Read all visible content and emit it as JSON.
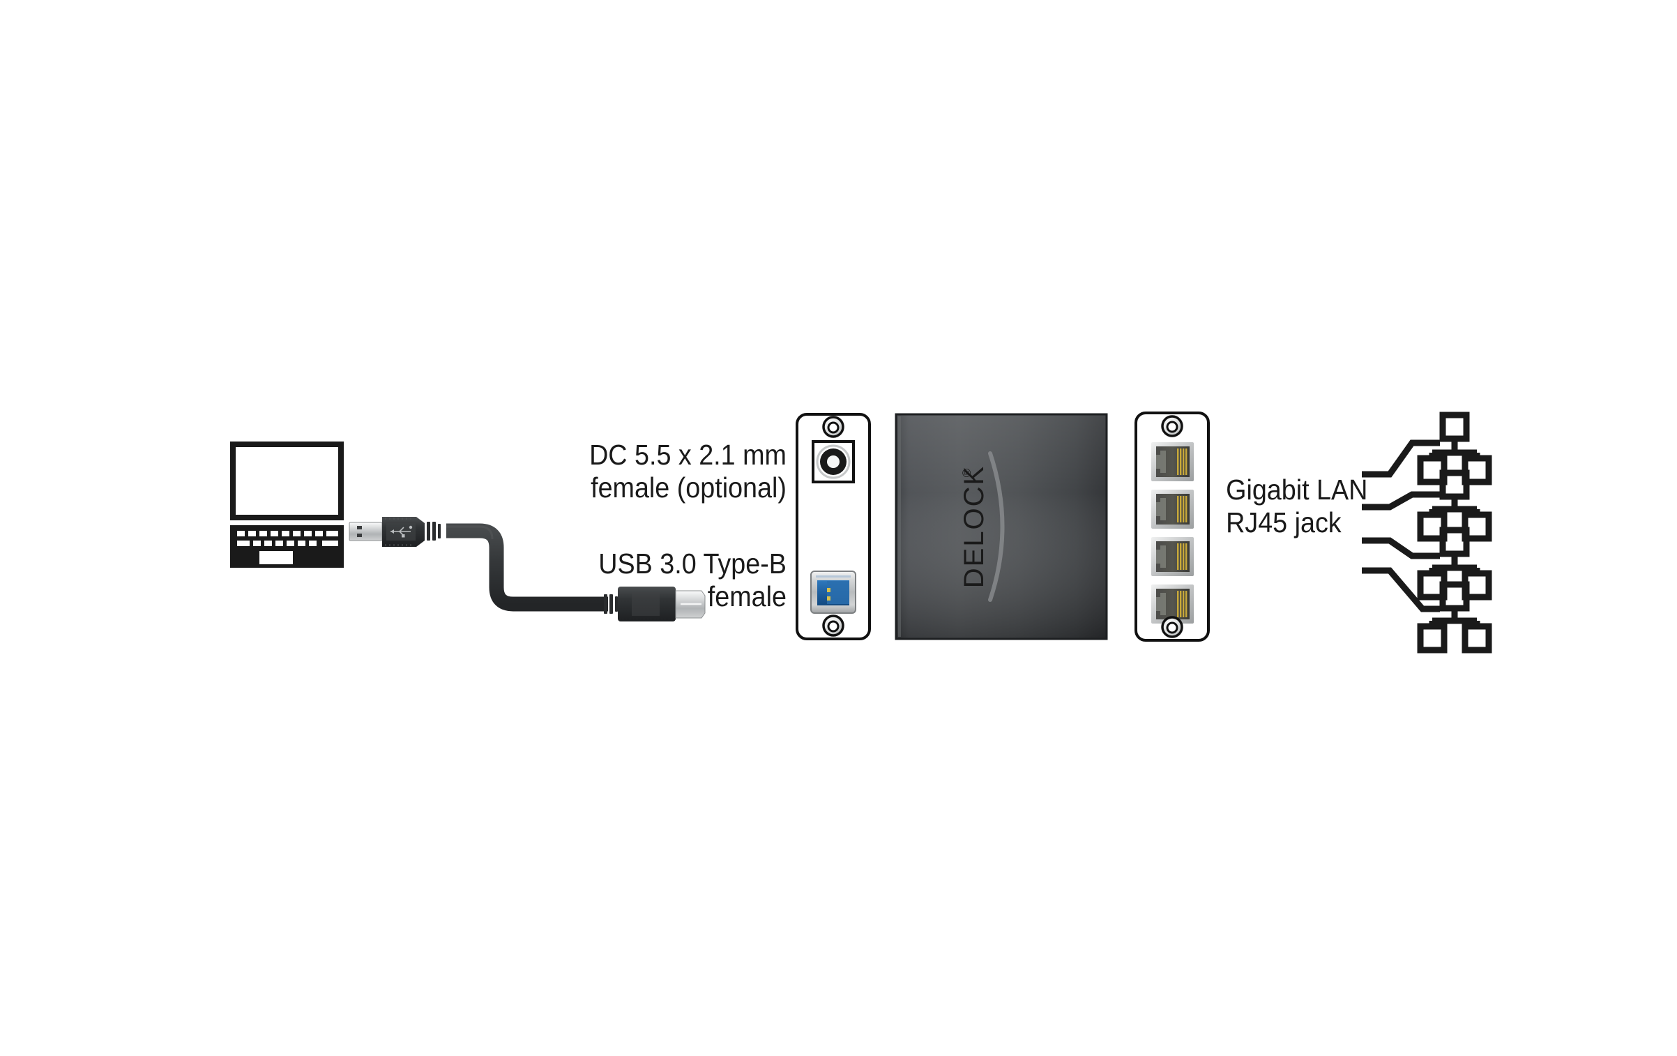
{
  "diagram": {
    "title": "Delock USB 3.0 to 4 x Gigabit LAN adapter connection diagram",
    "background_color": "#ffffff",
    "text_color": "#1a1a1a"
  },
  "labels": {
    "dc_jack": {
      "line1": "DC 5.5 x 2.1 mm",
      "line2": "female (optional)",
      "align": "right"
    },
    "usb_port": {
      "line1": "USB 3.0 Type-B",
      "line2": "female",
      "align": "right"
    },
    "lan_ports": {
      "line1": "Gigabit LAN",
      "line2": "RJ45 jack",
      "align": "left"
    }
  },
  "device": {
    "brand": "DELOCK",
    "brand_mark": "®",
    "body_color": "#4a4d50",
    "body_color_dark": "#2b2d2f",
    "logo_color": "#8d9093"
  },
  "computer": {
    "name": "laptop",
    "color": "#1a1a1a",
    "screen_fill": "#ffffff",
    "keys_top_row": 8,
    "keys_second_row": 7,
    "has_spacebar": true
  },
  "cable": {
    "name": "usb-3-0-cable",
    "color": "#333638",
    "connector_a": "USB Type-A male",
    "connector_b": "USB 3.0 Type-B male",
    "metal_color": "#b8bbbd"
  },
  "front_panel": {
    "name": "device-front-panel",
    "screws": 2,
    "ports": [
      {
        "type": "dc-jack",
        "label_ref": "dc_jack",
        "color": "#ffffff"
      },
      {
        "type": "usb-3-type-b-female",
        "label_ref": "usb_port",
        "color": "#1b64a8"
      }
    ]
  },
  "rear_panel": {
    "name": "device-rear-panel",
    "screws": 2,
    "port_count": 4,
    "port_type": "rj45-gigabit-lan",
    "port_frame_color": "#c9cbcc",
    "port_contact_color": "#c8a93a"
  },
  "network_nodes": {
    "count": 4,
    "symbol": "network-tree",
    "color": "#1a1a1a",
    "boxes_per_symbol": 3
  },
  "colors": {
    "accent_usb3": "#1b64a8",
    "metal": "#b8bbbd",
    "gold": "#c8a93a",
    "outline": "#111111"
  }
}
